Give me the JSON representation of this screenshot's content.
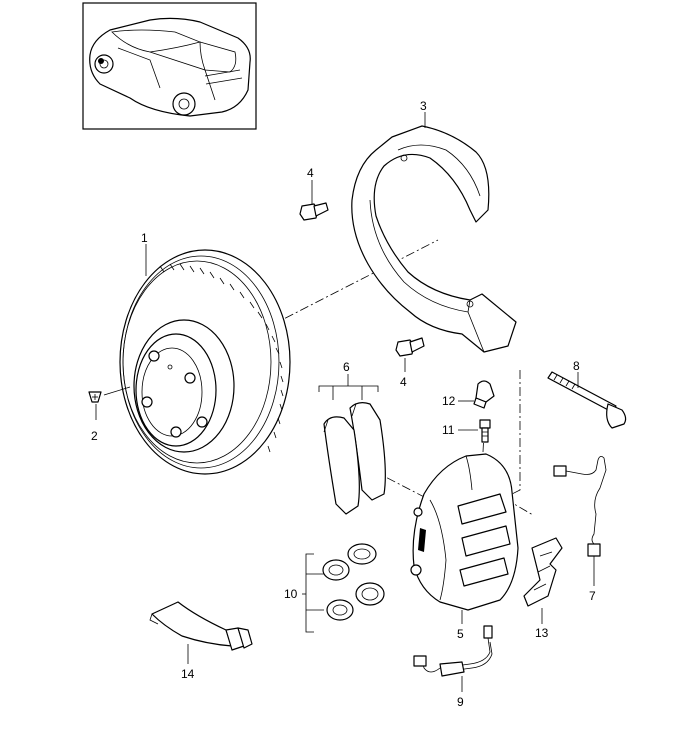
{
  "labels": {
    "p1": "1",
    "p2": "2",
    "p3": "3",
    "p4a": "4",
    "p4b": "4",
    "p5": "5",
    "p6": "6",
    "p7": "7",
    "p8": "8",
    "p9": "9",
    "p10": "10",
    "p11": "11",
    "p12": "12",
    "p13": "13",
    "p14": "14"
  }
}
